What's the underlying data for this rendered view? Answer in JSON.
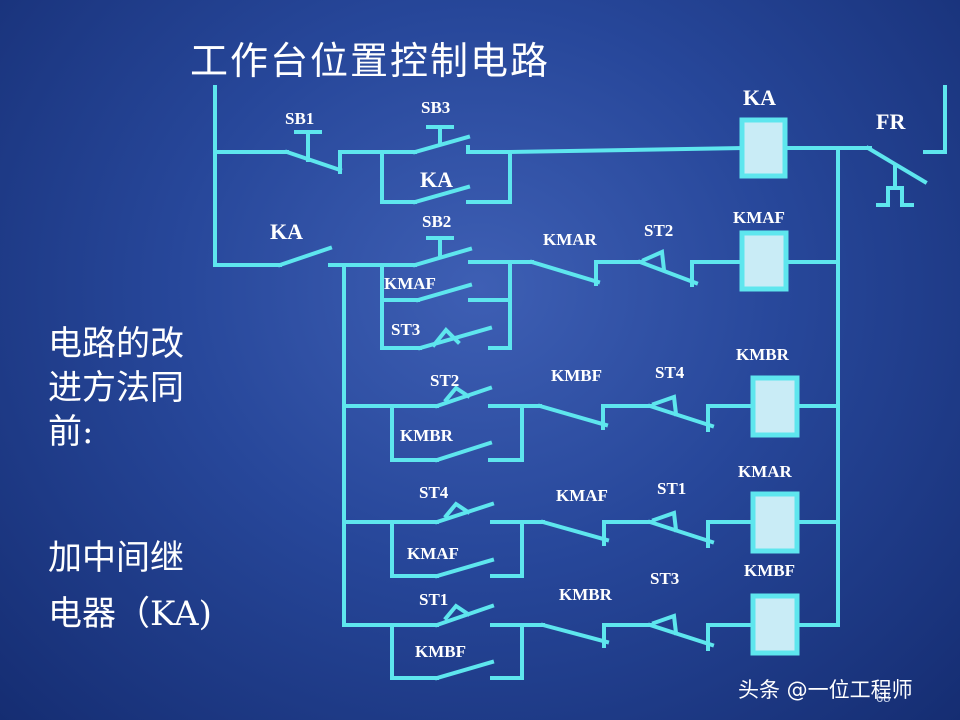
{
  "title": "工作台位置控制电路",
  "note_1": [
    "电路的改",
    "进方法同",
    "前:"
  ],
  "note_2": [
    "加中间继",
    "电器（KA)"
  ],
  "labels": {
    "sb1": "SB1",
    "sb3": "SB3",
    "ka_coil": "KA",
    "fr": "FR",
    "ka_hold": "KA",
    "sb2": "SB2",
    "ka_contact": "KA",
    "kmar_1": "KMAR",
    "st2_1": "ST2",
    "kmaf_coil": "KMAF",
    "kmaf_hold": "KMAF",
    "st3_1": "ST3",
    "st2_2": "ST2",
    "kmbf_1": "KMBF",
    "st4_1": "ST4",
    "kmbr_coil": "KMBR",
    "kmbr_hold": "KMBR",
    "st4_2": "ST4",
    "kmaf_1": "KMAF",
    "st1_1": "ST1",
    "kmar_coil": "KMAR",
    "kmaf_hold_2": "KMAF",
    "st1_2": "ST1",
    "kmbr_1": "KMBR",
    "st3_2": "ST3",
    "kmbf_coil": "KMBF",
    "kmbf_hold": "KMBF"
  },
  "watermark": "头条 @一位工程师",
  "page_number": "68"
}
